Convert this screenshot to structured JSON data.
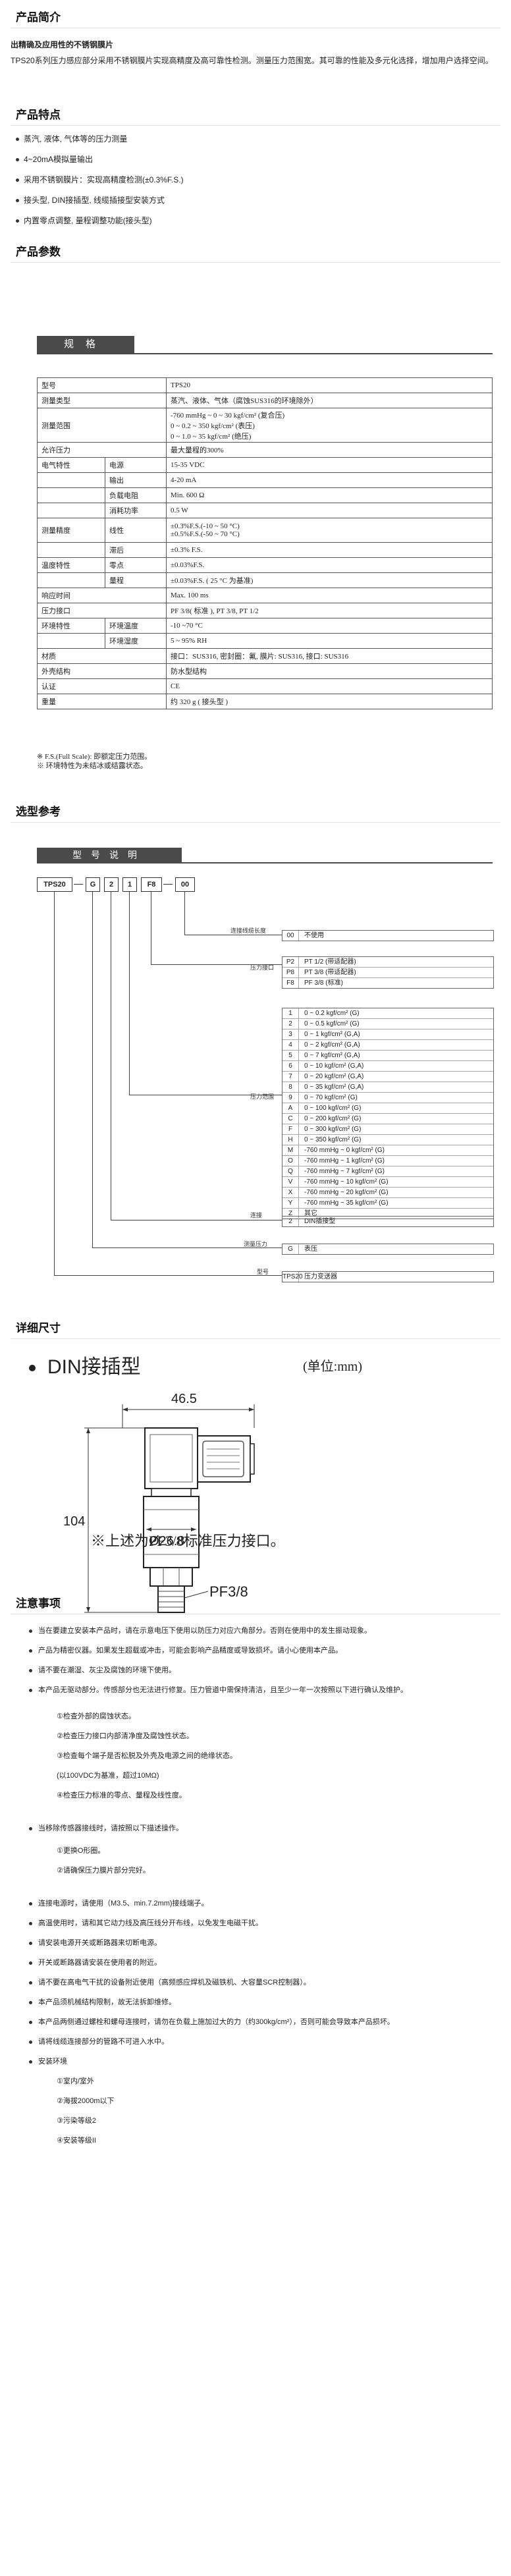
{
  "intro": {
    "heading": "产品简介",
    "lead_bold": "出精确及应用性的不锈钢膜片",
    "body": "TPS20系列压力感应部分采用不锈钢膜片实现高精度及高可靠性检测。测量压力范围宽。其可靠的性能及多元化选择，增加用户选择空间。"
  },
  "features": {
    "heading": "产品特点",
    "items": [
      "蒸汽, 液体, 气体等的压力测量",
      "4~20mA模拟量输出",
      "采用不锈钢膜片：实现高精度检测(±0.3%F.S.)",
      "接头型, DIN接插型, 线缆插接型安装方式",
      "内置零点调整, 量程调整功能(接头型)"
    ]
  },
  "params": {
    "heading": "产品参数",
    "table_title": "规格",
    "rows": [
      {
        "h": "型号",
        "s": "",
        "v": "TPS20"
      },
      {
        "h": "测量类型",
        "s": "",
        "v": "蒸汽、液体、气体（腐蚀SUS316的环境除外）"
      },
      {
        "h": "测量范围",
        "s": "",
        "v": "-760 mmHg ~ 0 ~ 30 kgf/cm² (复合压)\n0 ~ 0.2 ~ 350 kgf/cm² (表压)\n0 ~ 1.0 ~ 35 kgf/cm² (绝压)"
      },
      {
        "h": "允许压力",
        "s": "",
        "v": "最大量程的300%"
      },
      {
        "h": "电气特性",
        "s": "电源",
        "v": "15-35 VDC"
      },
      {
        "h": "",
        "s": "输出",
        "v": "4-20 mA"
      },
      {
        "h": "",
        "s": "负载电阻",
        "v": "Min. 600 Ω"
      },
      {
        "h": "",
        "s": "消耗功率",
        "v": "0.5 W"
      },
      {
        "h": "测量精度",
        "s": "线性",
        "v": "±0.3%F.S.(-10 ~ 50 °C)\n±0.5%F.S.(-50 ~ 70 °C)"
      },
      {
        "h": "",
        "s": "滞后",
        "v": "±0.3% F.S."
      },
      {
        "h": "温度特性",
        "s": "零点",
        "v": "±0.03%F.S."
      },
      {
        "h": "",
        "s": "量程",
        "v": "±0.03%F.S. ( 25 °C 为基准)"
      },
      {
        "h": "响应时间",
        "s": "",
        "v": "Max. 100 ms"
      },
      {
        "h": "压力接口",
        "s": "",
        "v": "PF 3/8( 标准 ), PT 3/8, PT 1/2"
      },
      {
        "h": "环境特性",
        "s": "环境温度",
        "v": "-10 ~70 °C"
      },
      {
        "h": "",
        "s": "环境湿度",
        "v": "5 ~ 95% RH"
      },
      {
        "h": "材质",
        "s": "",
        "v": "接口：SUS316, 密封圈：氟, 膜片: SUS316, 接口: SUS316"
      },
      {
        "h": "外壳结构",
        "s": "",
        "v": "防水型结构"
      },
      {
        "h": "认证",
        "s": "",
        "v": "CE"
      },
      {
        "h": "重量",
        "s": "",
        "v": "约 320 g ( 接头型 )"
      }
    ],
    "notes": [
      "※ F.S.(Full Scale): 即额定压力范围。",
      "※ 环境特性为未结冰或结露状态。"
    ]
  },
  "selection": {
    "heading": "选型参考",
    "title": "型号说明",
    "codes": [
      "TPS20",
      "G",
      "2",
      "1",
      "F8",
      "00"
    ],
    "groups": {
      "connection_label": "连接线缆长度",
      "connection": [
        {
          "k": "00",
          "v": "不使用"
        }
      ],
      "port_label": "压力接口",
      "port": [
        {
          "k": "P2",
          "v": "PT 1/2 (带适配器)"
        },
        {
          "k": "P8",
          "v": "PT 3/8 (带适配器)"
        },
        {
          "k": "F8",
          "v": "PF 3/8 (标准)"
        }
      ],
      "range_label": "压力范围",
      "range": [
        {
          "k": "1",
          "v": "0 ~ 0.2 kgf/cm² (G)"
        },
        {
          "k": "2",
          "v": "0 ~ 0.5 kgf/cm² (G)"
        },
        {
          "k": "3",
          "v": "0 ~ 1 kgf/cm² (G,A)"
        },
        {
          "k": "4",
          "v": "0 ~ 2 kgf/cm² (G,A)"
        },
        {
          "k": "5",
          "v": "0 ~ 7 kgf/cm² (G,A)"
        },
        {
          "k": "6",
          "v": "0 ~ 10 kgf/cm² (G,A)"
        },
        {
          "k": "7",
          "v": "0 ~ 20 kgf/cm² (G,A)"
        },
        {
          "k": "8",
          "v": "0 ~ 35 kgf/cm² (G,A)"
        },
        {
          "k": "9",
          "v": "0 ~ 70 kgf/cm² (G)"
        },
        {
          "k": "A",
          "v": "0 ~ 100 kgf/cm² (G)"
        },
        {
          "k": "C",
          "v": "0 ~ 200 kgf/cm² (G)"
        },
        {
          "k": "F",
          "v": "0 ~ 300 kgf/cm² (G)"
        },
        {
          "k": "H",
          "v": "0 ~ 350 kgf/cm² (G)"
        },
        {
          "k": "M",
          "v": "-760 mmHg ~ 0 kgf/cm² (G)"
        },
        {
          "k": "O",
          "v": "-760 mmHg ~ 1 kgf/cm² (G)"
        },
        {
          "k": "Q",
          "v": "-760 mmHg ~ 7 kgf/cm² (G)"
        },
        {
          "k": "V",
          "v": "-760 mmHg ~ 10 kgf/cm² (G)"
        },
        {
          "k": "X",
          "v": "-760 mmHg ~ 20 kgf/cm² (G)"
        },
        {
          "k": "Y",
          "v": "-760 mmHg ~ 35 kgf/cm² (G)"
        },
        {
          "k": "Z",
          "v": "其它"
        }
      ],
      "conn_type_label": "连接",
      "conn_type": [
        {
          "k": "2",
          "v": "DIN插接型"
        }
      ],
      "measure_label": "测量压力",
      "measure": [
        {
          "k": "G",
          "v": "表压"
        }
      ],
      "model_label": "型号",
      "model": [
        {
          "k": "TPS20",
          "v": "压力变送器"
        }
      ]
    }
  },
  "dimensions": {
    "heading": "详细尺寸",
    "din_title": "DIN接插型",
    "unit": "(单位:mm)",
    "width": "46.5",
    "height": "104",
    "diameter": "Ø26.8",
    "thread": "PF3/8",
    "note": "※上述为PF3/8标准压力接口。"
  },
  "notice": {
    "heading": "注意事项",
    "items": [
      "当在要建立安装本产品时，请在示意电压下使用以防压力对应六角部分。否则在使用中的发生振动现象。",
      "产品为精密仪器。如果发生超载或冲击，可能会影响产品精度或导致损坏。请小心使用本产品。",
      "请不要在潮湿、灰尘及腐蚀的环境下使用。",
      "本产品无驱动部分。传感部分也无法进行修复。压力管道中需保持清洁，且至少一年一次按照以下进行确认及维护。"
    ],
    "checks": [
      "①检查外部的腐蚀状态。",
      "②检查压力接口内部清净度及腐蚀性状态。",
      "③检查每个端子是否松脱及外壳及电源之间的绝缘状态。",
      "(以100VDC为基准，超过10MΩ)",
      "④检查压力标准的零点、量程及线性度。"
    ],
    "items2": [
      "当移除传感器接线时，请按照以下描述操作。"
    ],
    "steps": [
      "①更换O形圈。",
      "②请确保压力膜片部分完好。"
    ],
    "items3": [
      "连接电源时，请使用（M3.5、min.7.2mm)接线端子。",
      "高温使用时，请和其它动力线及高压线分开布线，以免发生电磁干扰。",
      "请安装电源开关或断路器来切断电源。",
      "开关或断路器请安装在使用者的附近。",
      "请不要在高电气干扰的设备附近使用（高频感应焊机及磁铁机、大容量SCR控制器）。",
      "本产品须机械结构限制，故无法拆卸维修。",
      "本产品两侧通过螺栓和螺母连接时，请勿在负载上施加过大的力（约300kg/cm²），否则可能会导致本产品损坏。",
      "请将线缆连接部分的管路不可进入水中。",
      "安装环境"
    ],
    "env": [
      "①室内/室外",
      "②海拔2000m以下",
      "③污染等级2",
      "④安装等级II"
    ]
  }
}
